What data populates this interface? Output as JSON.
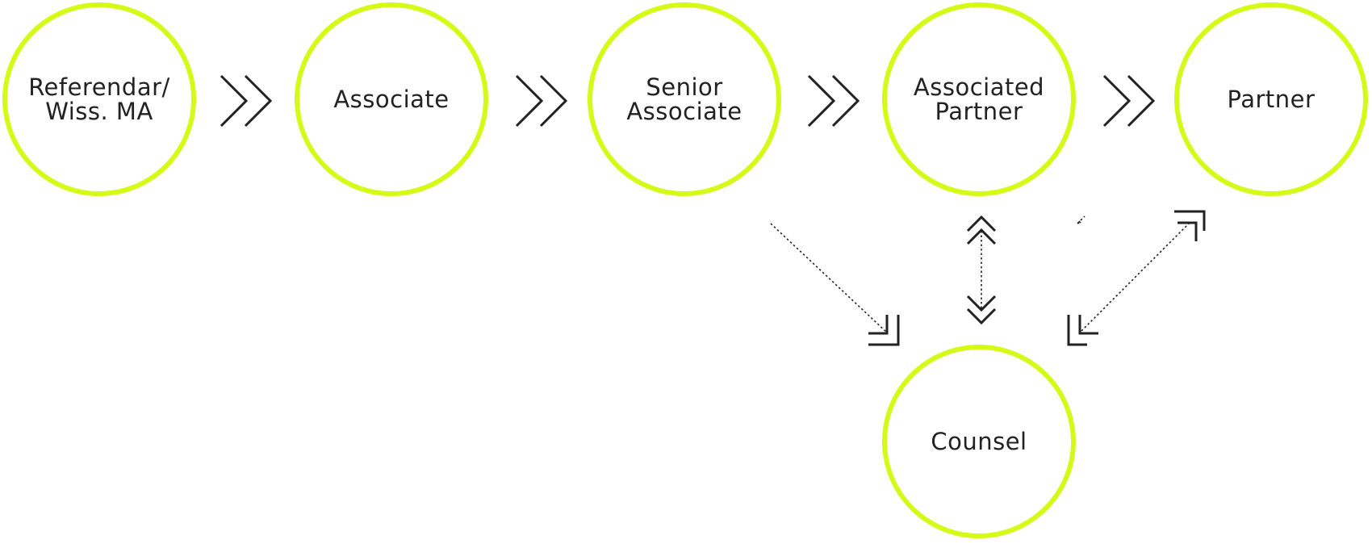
{
  "diagram": {
    "colors": {
      "ring": "#d4fa17",
      "text": "#222222",
      "arrow": "#222222"
    },
    "nodes": [
      {
        "id": "referendar",
        "label": "Referendar/\nWiss. MA"
      },
      {
        "id": "associate",
        "label": "Associate"
      },
      {
        "id": "senior-associate",
        "label": "Senior\nAssociate"
      },
      {
        "id": "associated-partner",
        "label": "Associated\nPartner"
      },
      {
        "id": "partner",
        "label": "Partner"
      },
      {
        "id": "counsel",
        "label": "Counsel"
      }
    ],
    "edges": [
      {
        "from": "referendar",
        "to": "associate",
        "style": "double-chevron"
      },
      {
        "from": "associate",
        "to": "senior-associate",
        "style": "double-chevron"
      },
      {
        "from": "senior-associate",
        "to": "associated-partner",
        "style": "double-chevron"
      },
      {
        "from": "associated-partner",
        "to": "partner",
        "style": "double-chevron"
      },
      {
        "from": "senior-associate",
        "to": "counsel",
        "style": "dotted"
      },
      {
        "from": "associated-partner",
        "to": "counsel",
        "style": "dotted-bidirectional"
      },
      {
        "from": "counsel",
        "to": "partner",
        "style": "dotted-bidirectional"
      }
    ]
  }
}
